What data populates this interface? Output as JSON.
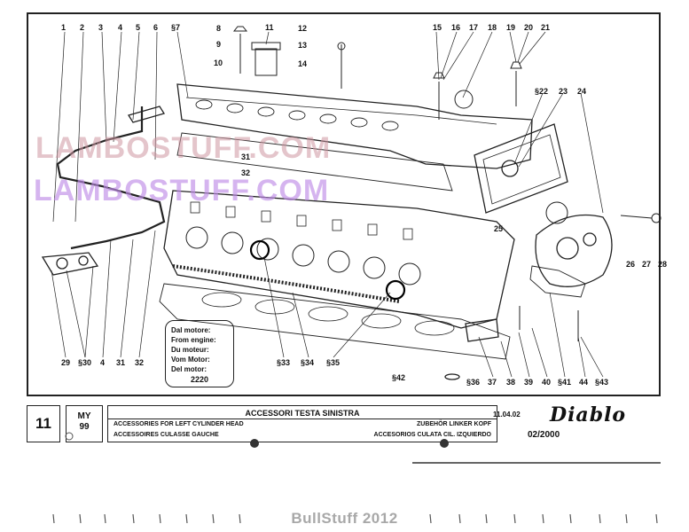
{
  "watermark": {
    "line1": "LAMBOSTUFF.COM",
    "line2": "LAMBOSTUFF.COM"
  },
  "callouts": {
    "top_left": [
      "1",
      "2",
      "3",
      "4",
      "5",
      "6",
      "§7",
      "8",
      "9",
      "10",
      "11",
      "12",
      "13",
      "14"
    ],
    "top_right": [
      "15",
      "16",
      "17",
      "18",
      "19",
      "20",
      "21",
      "§22",
      "23",
      "24"
    ],
    "middle": [
      "31",
      "32",
      "25"
    ],
    "right_side": [
      "26",
      "27",
      "28"
    ],
    "bottom_left": [
      "29",
      "§30",
      "4",
      "31",
      "32"
    ],
    "bottom_middle": [
      "§33",
      "§34",
      "§35"
    ],
    "bottom_right": [
      "§42",
      "§36",
      "37",
      "38",
      "39",
      "40",
      "§41",
      "44",
      "§43"
    ]
  },
  "engine_box": {
    "lines": [
      "Dal motore:",
      "From engine:",
      "Du moteur:",
      "Vom Motor:",
      "Del motor:"
    ],
    "number": "2220"
  },
  "title_block": {
    "page": "11",
    "model_line1": "MY",
    "model_line2": "99",
    "title_it": "ACCESSORI TESTA SINISTRA",
    "title_en": "ACCESSORIES FOR LEFT CYLINDER HEAD",
    "title_fr": "ACCESSOIRES CULASSE GAUCHE",
    "title_de": "ZUBEHÖR LINKER KOPF",
    "title_es": "ACCESORIOS CULATA CIL. IZQUIERDO",
    "date": "11.04.02",
    "brand": "Diablo",
    "edition": "02/2000"
  },
  "credit": "BullStuff 2012"
}
